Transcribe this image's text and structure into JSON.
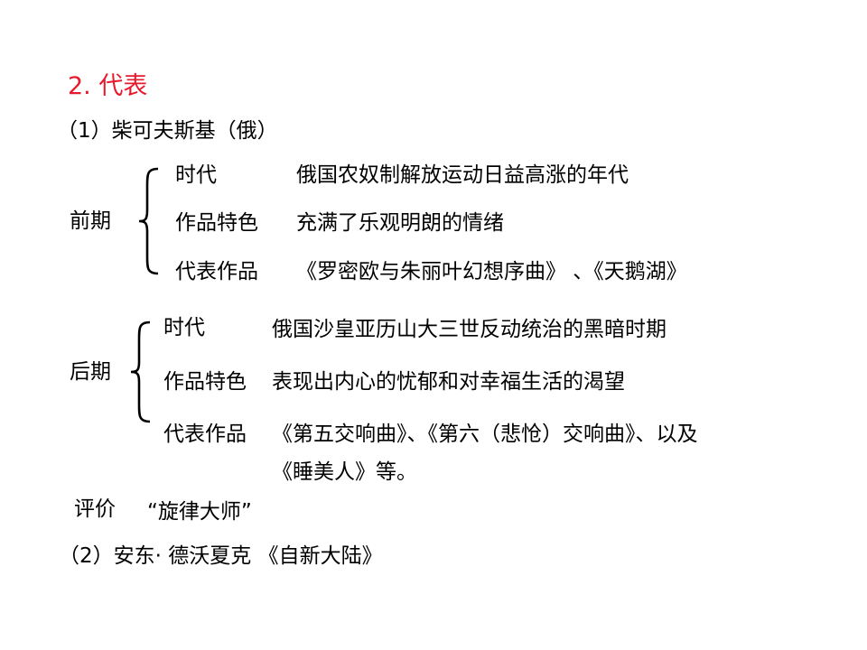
{
  "colors": {
    "title": "#e8192c",
    "text": "#000000"
  },
  "title": "2. 代表",
  "subtitle_1": "（1）柴可夫斯基（俄）",
  "early": {
    "label": "前期",
    "era_label": "时代",
    "era_value": "俄国农奴制解放运动日益高涨的年代",
    "feature_label": "作品特色",
    "feature_value": "充满了乐观明朗的情绪",
    "works_label": "代表作品",
    "works_value": "《罗密欧与朱丽叶幻想序曲》 、《天鹅湖》"
  },
  "late": {
    "label": "后期",
    "era_label": "时代",
    "era_value": "俄国沙皇亚历山大三世反动统治的黑暗时期",
    "feature_label": "作品特色",
    "feature_value": "表现出内心的忧郁和对幸福生活的渴望",
    "works_label": "代表作品",
    "works_value_line1": "《第五交响曲》、《第六（悲怆）交响曲》、以及",
    "works_value_line2": "《睡美人》等。"
  },
  "evaluation": {
    "label": "评价",
    "value": "“旋律大师”"
  },
  "subtitle_2": "（2）安东· 德沃夏克 《自新大陆》"
}
